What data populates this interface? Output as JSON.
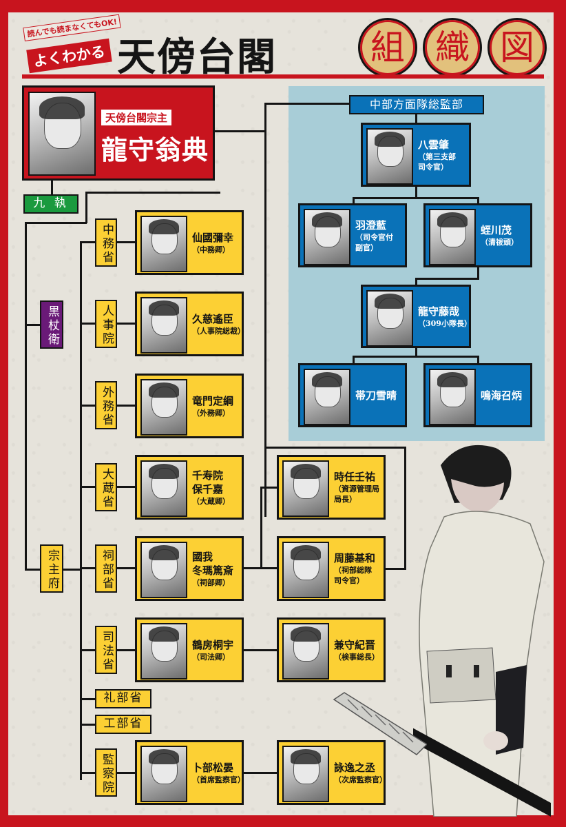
{
  "header": {
    "tagline": "読んでも読まなくてもOK!",
    "prefix": "よくわかる",
    "title": "天傍台閣",
    "circles": [
      "組",
      "織",
      "図"
    ],
    "colors": {
      "red": "#c8141e",
      "paper": "#e6e3db",
      "gold": "#e2c17c"
    }
  },
  "leader": {
    "role": "天傍台閣宗主",
    "name": "龍守翁典"
  },
  "left_tags": {
    "kyushitsu": "九 執",
    "kokujoei": "黒杖衛",
    "soshufu": "宗主府"
  },
  "ministries": [
    {
      "label": "中務省",
      "name": "仙國彌幸",
      "title": "（中務卿）"
    },
    {
      "label": "人事院",
      "name": "久慈遙臣",
      "title": "（人事院総裁）"
    },
    {
      "label": "外務省",
      "name": "竜門定綱",
      "title": "（外務卿）"
    },
    {
      "label": "大蔵省",
      "name": "千寿院保千嘉",
      "name_lines": [
        "千寿院",
        "保千嘉"
      ],
      "title": "（大蔵卿）"
    },
    {
      "label": "祠部省",
      "name": "國我冬瑪篤斎",
      "name_lines": [
        "國我",
        "冬瑪篤斎"
      ],
      "title": "（祠部卿）"
    },
    {
      "label": "司法省",
      "name": "鶴房桐宇",
      "title": "（司法卿）"
    },
    {
      "label": "礼部省"
    },
    {
      "label": "工部省"
    },
    {
      "label": "監察院",
      "name": "卜部松晏",
      "title": "（首席監察官）"
    }
  ],
  "subordinates": [
    {
      "name": "時任壬祐",
      "title_lines": [
        "（資源管理局",
        "局長）"
      ]
    },
    {
      "name": "周藤基和",
      "title_lines": [
        "（祠部総隊",
        "司令官）"
      ]
    },
    {
      "name": "兼守紀晋",
      "title_lines": [
        "（検事総長）"
      ]
    },
    {
      "name": "詠逸之丞",
      "title_lines": [
        "（次席監察官）"
      ]
    }
  ],
  "central_command": {
    "label": "中部方面隊総監部",
    "commander": {
      "name": "八雲肇",
      "title_lines": [
        "（第三支部",
        "司令官）"
      ]
    },
    "aides": [
      {
        "name": "羽澄藍",
        "title_lines": [
          "（司令官付",
          "副官）"
        ]
      },
      {
        "name": "蛭川茂",
        "title_lines": [
          "（清祓頭）"
        ]
      }
    ],
    "squad_leader": {
      "name": "龍守藤哉",
      "title_lines": [
        "（309小隊長）"
      ]
    },
    "members": [
      {
        "name": "帯刀雪晴"
      },
      {
        "name": "鳴海召炳"
      }
    ]
  }
}
